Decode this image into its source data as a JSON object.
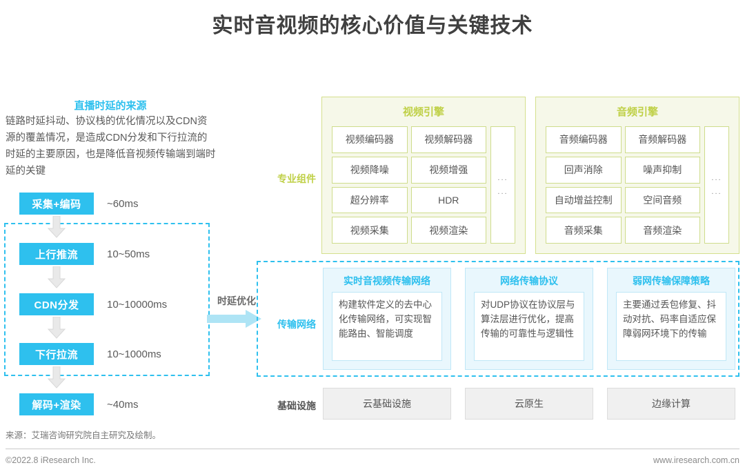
{
  "title": "实时音视频的核心价值与关键技术",
  "colors": {
    "cyan": "#2EC0EE",
    "green": "#BFD046",
    "panel_green_bg": "#F6F8E9",
    "net_card_bg": "#E9F7FD",
    "infra_bg": "#F0F0F0",
    "text_gray": "#555555"
  },
  "left": {
    "heading": "直播时延的来源",
    "paragraph": "链路时延抖动、协议栈的优化情况以及CDN资源的覆盖情况，是造成CDN分发和下行拉流的时延的主要原因，也是降低音视频传输端到端时延的关键",
    "steps": [
      {
        "name": "采集+编码",
        "time": "~60ms"
      },
      {
        "name": "上行推流",
        "time": "10~50ms"
      },
      {
        "name": "CDN分发",
        "time": "10~10000ms"
      },
      {
        "name": "下行拉流",
        "time": "10~1000ms"
      },
      {
        "name": "解码+渲染",
        "time": "~40ms"
      }
    ]
  },
  "row_labels": {
    "components": "专业组件",
    "network": "传输网络",
    "infrastructure": "基础设施",
    "optimization": "时延优化"
  },
  "engines": [
    {
      "title": "视频引擎",
      "cells": [
        "视频编码器",
        "视频解码器",
        "视频降噪",
        "视频增强",
        "超分辨率",
        "HDR",
        "视频采集",
        "视频渲染"
      ],
      "more": [
        "...",
        "..."
      ]
    },
    {
      "title": "音频引擎",
      "cells": [
        "音频编码器",
        "音频解码器",
        "回声消除",
        "噪声抑制",
        "自动增益控制",
        "空间音频",
        "音频采集",
        "音频渲染"
      ],
      "more": [
        "...",
        "..."
      ]
    }
  ],
  "network_cards": [
    {
      "title": "实时音视频传输网络",
      "body": "构建软件定义的去中心化传输网络，可实现智能路由、智能调度"
    },
    {
      "title": "网络传输协议",
      "body": "对UDP协议在协议层与算法层进行优化，提高传输的可靠性与逻辑性"
    },
    {
      "title": "弱网传输保障策略",
      "body": "主要通过丢包修复、抖动对抗、码率自适应保障弱网环境下的传输"
    }
  ],
  "infrastructure": [
    "云基础设施",
    "云原生",
    "边缘计算"
  ],
  "footer": {
    "source": "来源：艾瑞咨询研究院自主研究及绘制。",
    "copyright": "©2022.8 iResearch Inc.",
    "website": "www.iresearch.com.cn"
  }
}
